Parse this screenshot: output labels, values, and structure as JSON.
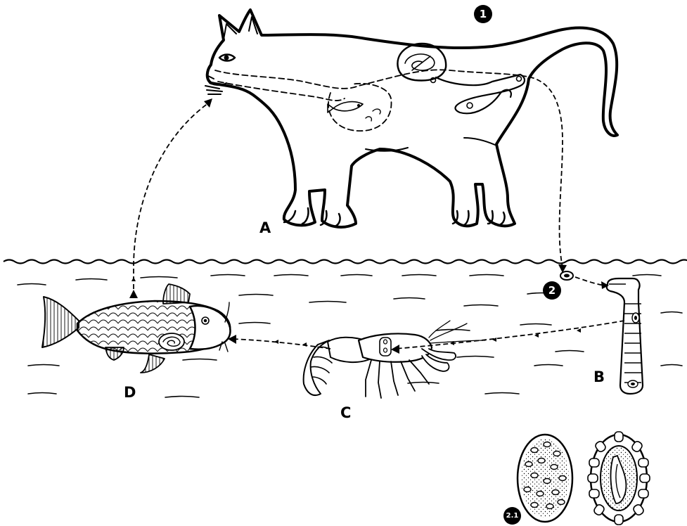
{
  "labels": {
    "host_a": "A",
    "host_b": "B",
    "host_c": "C",
    "host_d": "D"
  },
  "stages": {
    "stage_1": "1",
    "stage_2": "2",
    "stage_2_1": "2.1"
  }
}
